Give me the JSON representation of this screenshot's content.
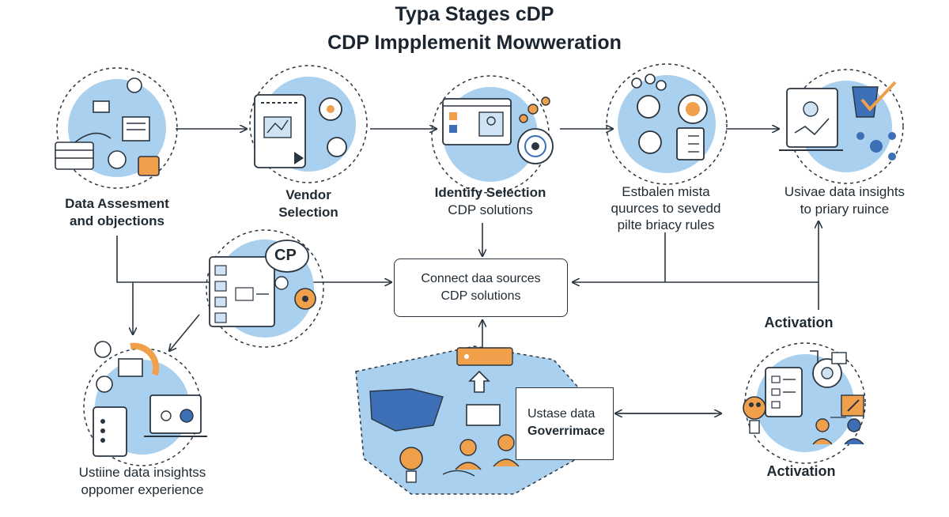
{
  "header": {
    "title_line1": "Typa Stages cDP",
    "title_line2": "CDP Impplemenit Mowweration"
  },
  "stages": {
    "data_assessment": {
      "line1": "Data Assesment",
      "line2": "and objections"
    },
    "vendor_selection": {
      "line1": "Vendor",
      "line2": "Selection"
    },
    "identify_selection": {
      "line1": "Identify Selection",
      "line2": "CDP solutions"
    },
    "establish_sources": {
      "line1": "Estbalen mista",
      "line2": "quurces to sevedd",
      "line3": "pilte briacy rules"
    },
    "usivae_insights": {
      "line1": "Usivae data insights",
      "line2": "to priary ruince"
    },
    "utilize_insights": {
      "line1": "Ustiine data insightss",
      "line2": "oppomer experience"
    },
    "activation_top": {
      "label": "Activation"
    },
    "activation_bottom": {
      "label": "Activation"
    }
  },
  "center_box": {
    "line1": "Connect daa sources",
    "line2": "CDP solutions"
  },
  "governance_box": {
    "line1": "Ustase data",
    "line2": "Goverrimace"
  },
  "bubble_text": "CP",
  "colors": {
    "circle_fill": "#a9d0ee",
    "orange": "#f0a04b",
    "blue_dark": "#3c6fb5",
    "stroke": "#2b3540"
  }
}
